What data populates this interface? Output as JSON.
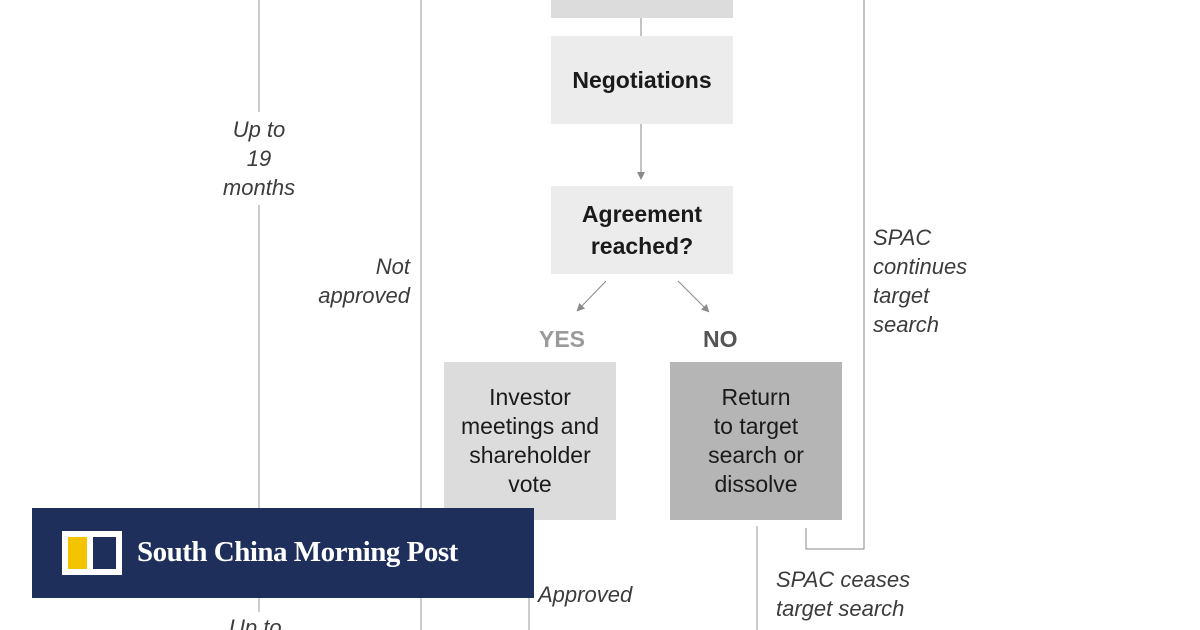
{
  "flowchart": {
    "nodes": {
      "top_partial": "",
      "negotiations": "Negotiations",
      "agreement": "Agreement\nreached?",
      "investor": "Investor\nmeetings and\nshareholder\nvote",
      "return_target": "Return\nto target\nsearch or\ndissolve"
    },
    "branch_labels": {
      "yes": "YES",
      "no": "NO"
    },
    "notes": {
      "up_to_19": "Up to\n19\nmonths",
      "not_approved": "Not\napproved",
      "spac_continues": "SPAC\ncontinues\ntarget\nsearch",
      "approved": "Approved",
      "spac_ceases": "SPAC ceases\ntarget search",
      "up_to_bottom": "Up to"
    },
    "colors": {
      "yes_label": "#9a9a9a",
      "no_label": "#555555",
      "line": "#8a8a8a"
    }
  },
  "brand": {
    "name": "South China Morning Post",
    "colors": {
      "background": "#1f2f5c",
      "accent": "#f5c400"
    }
  }
}
